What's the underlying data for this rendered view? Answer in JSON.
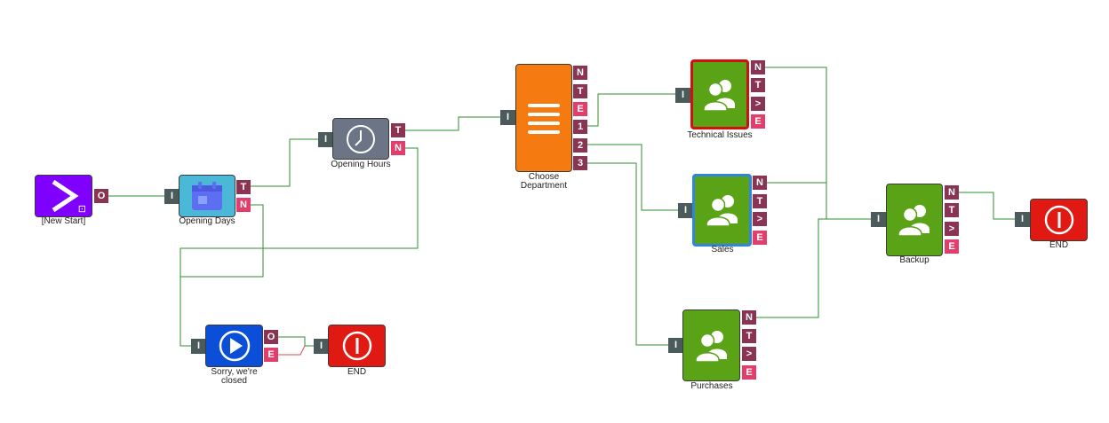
{
  "colors": {
    "start": "#7f00ff",
    "calendar": "#4bb8d8",
    "clock": "#6b7585",
    "menu": "#f57b11",
    "agent": "#5aa317",
    "play": "#0b4fd8",
    "end": "#e01a12",
    "input_port": "#4b5a5b",
    "output_port": "#8b3352",
    "error_port": "#e23d6b",
    "link": "#2f8f2f",
    "error_link": "#e04848"
  },
  "nodes": {
    "new_start": {
      "label": "[New Start]",
      "icon": "chevron-right-icon",
      "badge": "⊡",
      "ports": {
        "out": "O"
      }
    },
    "opening_days": {
      "label": "Opening Days",
      "icon": "calendar-icon",
      "ports": {
        "in": "I",
        "t": "T",
        "n": "N"
      }
    },
    "opening_hours": {
      "label": "Opening Hours",
      "icon": "clock-icon",
      "ports": {
        "in": "I",
        "t": "T",
        "n": "N"
      }
    },
    "choose_department": {
      "label": "Choose\nDepartment",
      "icon": "menu-icon",
      "ports": {
        "in": "I",
        "n": "N",
        "t": "T",
        "e": "E",
        "o1": "1",
        "o2": "2",
        "o3": "3"
      }
    },
    "technical_issues": {
      "label": "Technical Issues",
      "icon": "users-icon",
      "ports": {
        "in": "I",
        "n": "N",
        "t": "T",
        "gt": ">",
        "e": "E"
      }
    },
    "sales": {
      "label": "Sales",
      "icon": "users-icon",
      "ports": {
        "in": "I",
        "n": "N",
        "t": "T",
        "gt": ">",
        "e": "E"
      }
    },
    "purchases": {
      "label": "Purchases",
      "icon": "users-icon",
      "ports": {
        "in": "I",
        "n": "N",
        "t": "T",
        "gt": ">",
        "e": "E"
      }
    },
    "backup": {
      "label": "Backup",
      "icon": "users-icon",
      "ports": {
        "in": "I",
        "n": "N",
        "t": "T",
        "gt": ">",
        "e": "E"
      }
    },
    "end_right": {
      "label": "END",
      "icon": "stop-icon",
      "ports": {
        "in": "I"
      }
    },
    "sorry_closed": {
      "label": "Sorry, we're\nclosed",
      "icon": "play-icon",
      "ports": {
        "in": "I",
        "o": "O",
        "e": "E"
      }
    },
    "end_bottom": {
      "label": "END",
      "icon": "stop-icon",
      "ports": {
        "in": "I"
      }
    }
  }
}
